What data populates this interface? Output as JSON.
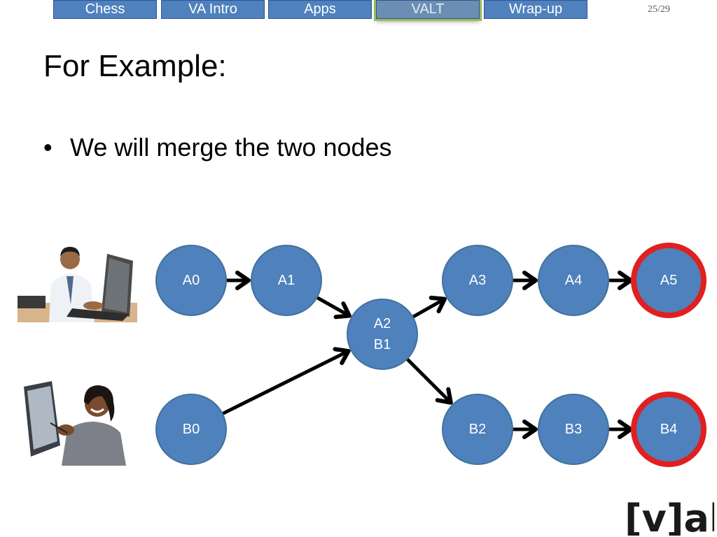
{
  "nav": {
    "tabs": [
      {
        "label": "Chess",
        "active": false
      },
      {
        "label": "VA Intro",
        "active": false
      },
      {
        "label": "Apps",
        "active": false
      },
      {
        "label": "VALT",
        "active": true
      },
      {
        "label": "Wrap-up",
        "active": false
      }
    ],
    "slide_counter": "25/29"
  },
  "slide": {
    "title": "For Example:",
    "bullet": "We will merge the two nodes"
  },
  "diagram": {
    "node_fill": "#4f81bd",
    "node_stroke": "#41719c",
    "highlight_stroke": "#e02020",
    "nodes": [
      {
        "id": "A0",
        "lines": [
          "A0"
        ],
        "highlight": false
      },
      {
        "id": "A1",
        "lines": [
          "A1"
        ],
        "highlight": false
      },
      {
        "id": "A2B1",
        "lines": [
          "A2",
          "B1"
        ],
        "highlight": false
      },
      {
        "id": "A3",
        "lines": [
          "A3"
        ],
        "highlight": false
      },
      {
        "id": "A4",
        "lines": [
          "A4"
        ],
        "highlight": false
      },
      {
        "id": "A5",
        "lines": [
          "A5"
        ],
        "highlight": true
      },
      {
        "id": "B0",
        "lines": [
          "B0"
        ],
        "highlight": false
      },
      {
        "id": "B2",
        "lines": [
          "B2"
        ],
        "highlight": false
      },
      {
        "id": "B3",
        "lines": [
          "B3"
        ],
        "highlight": false
      },
      {
        "id": "B4",
        "lines": [
          "B4"
        ],
        "highlight": true
      }
    ],
    "edges": [
      {
        "from": "A0",
        "to": "A1"
      },
      {
        "from": "A1",
        "to": "A2B1"
      },
      {
        "from": "B0",
        "to": "A2B1"
      },
      {
        "from": "A2B1",
        "to": "A3"
      },
      {
        "from": "A2B1",
        "to": "B2"
      },
      {
        "from": "A3",
        "to": "A4"
      },
      {
        "from": "A4",
        "to": "A5"
      },
      {
        "from": "B2",
        "to": "B3"
      },
      {
        "from": "B3",
        "to": "B4"
      }
    ]
  },
  "logo": {
    "text": "[v]alt"
  }
}
